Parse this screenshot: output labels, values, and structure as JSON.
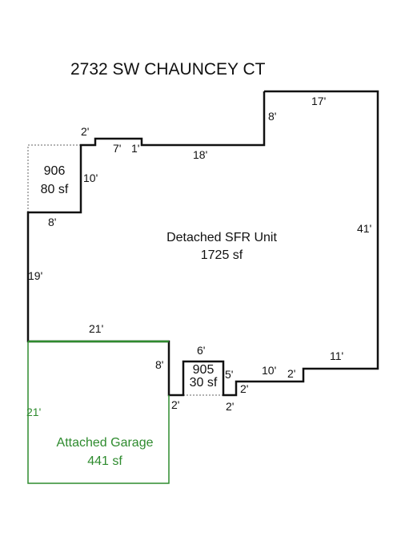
{
  "title": "2732 SW CHAUNCEY CT",
  "colors": {
    "main_outline": "#111111",
    "garage_outline": "#2e8b2e",
    "garage_text": "#2e8b2e",
    "dotted_line": "#666666"
  },
  "areas": {
    "main": {
      "name": "Detached SFR Unit",
      "area": "1725 sf"
    },
    "garage": {
      "name": "Attached Garage",
      "area": "441 sf"
    },
    "room_906": {
      "name": "906",
      "area": "80 sf"
    },
    "room_905": {
      "name": "905",
      "area": "30 sf"
    }
  },
  "dimensions": {
    "top_17": "17'",
    "right_8": "8'",
    "top_2": "2'",
    "top_7": "7'",
    "top_1": "1'",
    "top_18": "18'",
    "left_10": "10'",
    "left_8": "8'",
    "right_41": "41'",
    "left_19": "19'",
    "mid_21": "21'",
    "garage_left_21": "21'",
    "garage_right_8": "8'",
    "bump_6": "6'",
    "bottom_2a": "2'",
    "bump_5": "5'",
    "bottom_2b": "2'",
    "bottom_2c": "2'",
    "bottom_10": "10'",
    "bottom_2d": "2'",
    "bottom_11": "11'"
  }
}
